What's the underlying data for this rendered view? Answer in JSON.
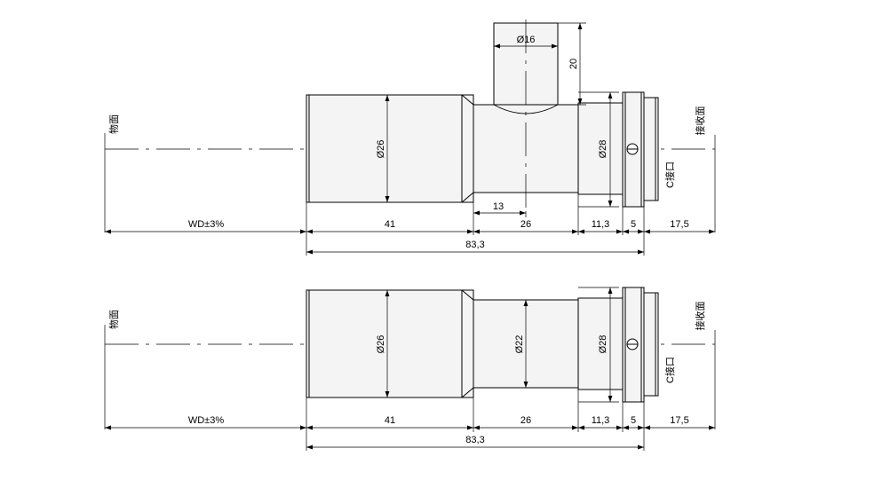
{
  "labels": {
    "object_plane": "物面",
    "image_plane": "接收面",
    "c_mount": "C接口"
  },
  "top_drawing": {
    "dia_16": "Ø16",
    "len_20": "20",
    "dia_26": "Ø26",
    "dia_28": "Ø28",
    "len_13": "13",
    "wd": "WD±3%",
    "len_41": "41",
    "len_26": "26",
    "len_11_3": "11,3",
    "len_5": "5",
    "len_17_5": "17,5",
    "len_83_3": "83,3"
  },
  "bottom_drawing": {
    "dia_26": "Ø26",
    "dia_22": "Ø22",
    "dia_28": "Ø28",
    "wd": "WD±3%",
    "len_41": "41",
    "len_26": "26",
    "len_11_3": "11,3",
    "len_5": "5",
    "len_17_5": "17,5",
    "len_83_3": "83,3"
  }
}
